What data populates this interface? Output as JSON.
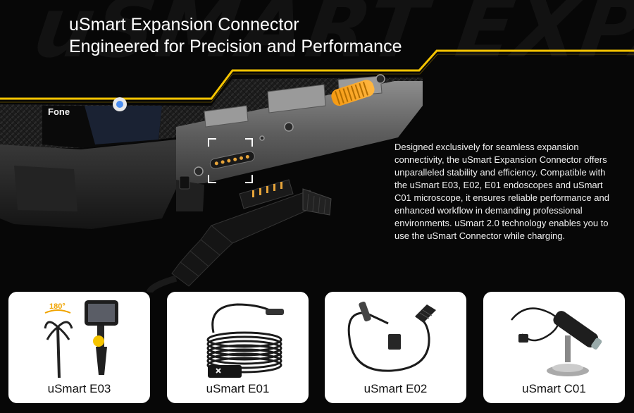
{
  "background_word": "uSMART EXPANS",
  "headline": {
    "line1": "uSmart Expansion Connector",
    "line2": "Engineered for Precision and Performance"
  },
  "device_brand_fragment": "Fone",
  "description": "Designed exclusively for seamless expansion connectivity, the uSmart Expansion Connector offers unparalleled stability and efficiency. Compatible with the uSmart E03, E02, E01 endoscopes and uSmart C01 microscope, it ensures reliable performance and enhanced workflow in demanding professional environments. uSmart 2.0 technology enables you to use the uSmart Connector while charging.",
  "accessories": [
    {
      "name": "uSmart E03",
      "badge": "180°"
    },
    {
      "name": "uSmart E01"
    },
    {
      "name": "uSmart E02"
    },
    {
      "name": "uSmart C01"
    }
  ],
  "colors": {
    "accent_yellow": "#f5c400",
    "accent_orange": "#f59a12",
    "background": "#070707",
    "card": "#ffffff"
  }
}
